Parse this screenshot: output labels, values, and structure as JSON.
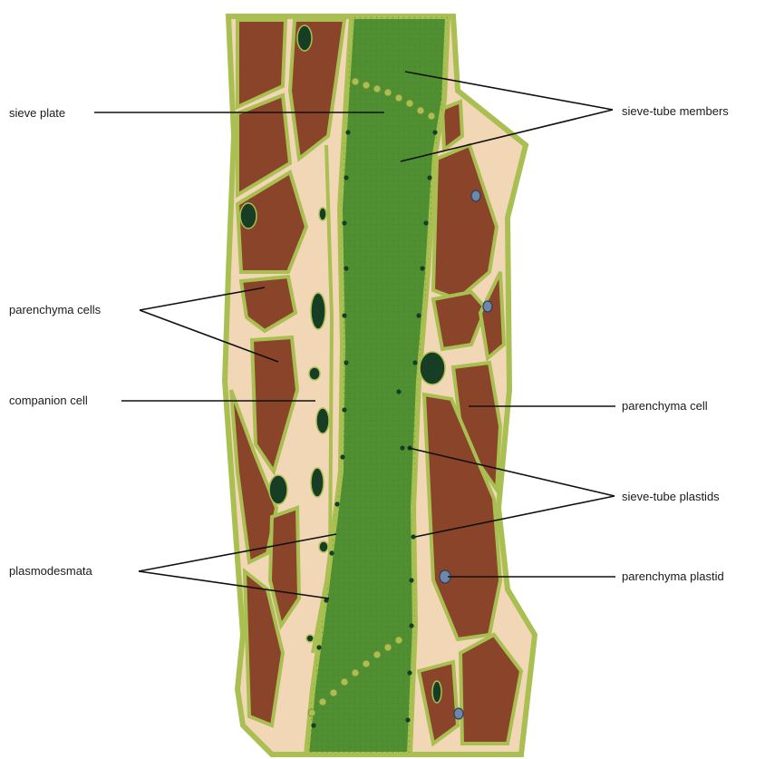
{
  "labels": {
    "sieve_plate": "sieve plate",
    "sieve_tube_members": "sieve-tube members",
    "parenchyma_cells": "parenchyma cells",
    "companion_cell": "companion cell",
    "parenchyma_cell": "parenchyma cell",
    "sieve_tube_plastids": "sieve-tube plastids",
    "plasmodesmata": "plasmodesmata",
    "parenchyma_plastid": "parenchyma plastid"
  },
  "colors": {
    "sieve_tube": "#4f8f32",
    "cell_wall": "#a9bf52",
    "parenchyma": "#8a4429",
    "companion": "#f2d7b6",
    "dark_plastid": "#173d25",
    "blue_plastid": "#6f87a8",
    "background": "#ffffff"
  }
}
